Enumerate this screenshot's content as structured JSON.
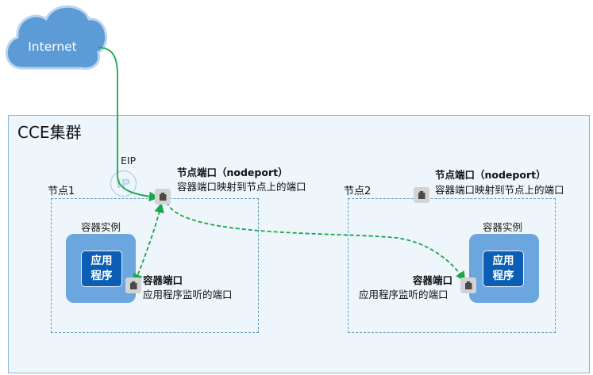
{
  "cloud": {
    "label": "Internet"
  },
  "cluster": {
    "title": "CCE集群"
  },
  "eip": {
    "label": "EIP",
    "glyph": "IP"
  },
  "nodes": [
    {
      "label": "节点1",
      "container_label": "容器实例",
      "app_label": "应用\n程序",
      "nodeport": {
        "title": "节点端口（nodeport）",
        "desc": "容器端口映射到节点上的端口"
      },
      "container_port": {
        "title": "容器端口",
        "desc": "应用程序监听的端口"
      }
    },
    {
      "label": "节点2",
      "container_label": "容器实例",
      "app_label": "应用\n程序",
      "nodeport": {
        "title": "节点端口（nodeport）",
        "desc": "容器端口映射到节点上的端口"
      },
      "container_port": {
        "title": "容器端口",
        "desc": "应用程序监听的端口"
      }
    }
  ],
  "colors": {
    "cluster_bg": "#eef6fb",
    "cluster_border": "#84b7d8",
    "node_border": "#5e99c6",
    "container": "#6ba6de",
    "app": "#0b5eb3",
    "flow": "#19a64a",
    "cloud": "#5c9bd6"
  }
}
